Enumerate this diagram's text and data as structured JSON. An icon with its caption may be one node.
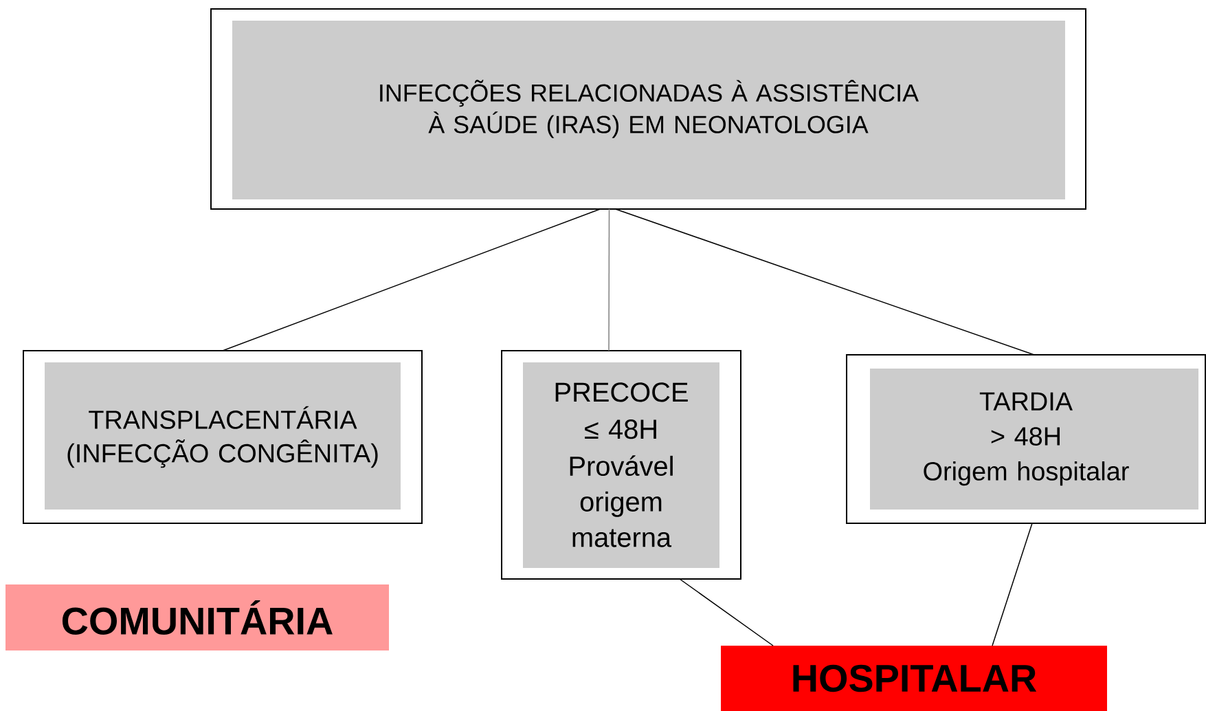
{
  "diagram": {
    "nodes": [
      {
        "text": [
          "INFECÇÕES RELACIONADAS À ASSISTÊNCIA À SAÚDE (IRAS) EM NEONATOLOGIA"
        ]
      },
      {
        "text": [
          "TRANSPLACENTÁRIA (INFECÇÃO CONGÊNITA)"
        ]
      },
      {
        "text": [
          "PRECOCE",
          "≤ 48H",
          "Provável origem materna"
        ]
      },
      {
        "text": [
          "TARDIA",
          "> 48H",
          "Origem hospitalar"
        ]
      },
      {
        "text": [
          "COMUNITÁRIA"
        ]
      },
      {
        "text": [
          "HOSPITALAR"
        ]
      }
    ],
    "edges": [
      {
        "from": 0,
        "to": 1,
        "arrow": "none"
      },
      {
        "from": 0,
        "to": 2,
        "arrow": "none",
        "color": "#808080"
      },
      {
        "from": 0,
        "to": 3,
        "arrow": "none"
      },
      {
        "from": 2,
        "to": 5,
        "arrow": "none"
      },
      {
        "from": 3,
        "to": 5,
        "arrow": "none"
      }
    ]
  }
}
